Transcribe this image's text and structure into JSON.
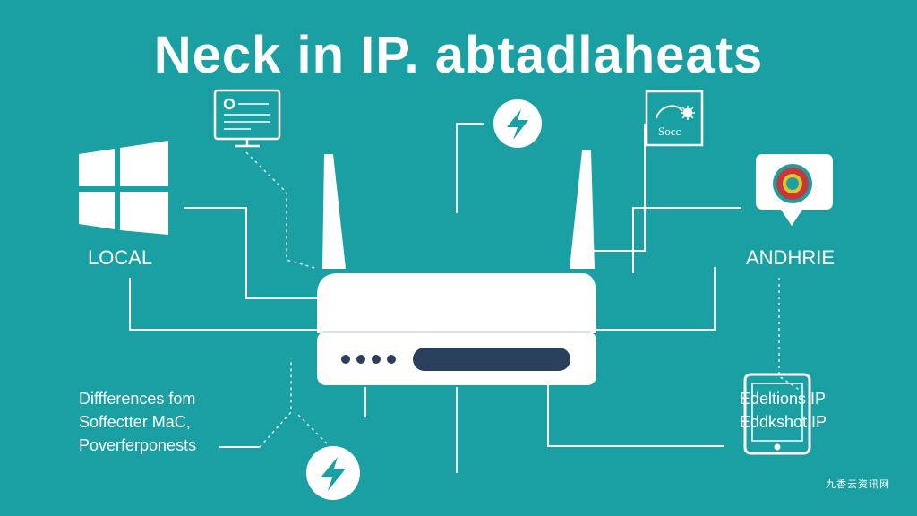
{
  "title": "Neck in IP. abtadlaheats",
  "left_label": "LOCAL",
  "right_label": "ANDHRIE",
  "socket_label": "Socc",
  "left_note_lines": [
    "Diffferences fom",
    "Soffectter MaC,",
    "Poverferponests"
  ],
  "right_note_lines": [
    "Edeltions IP",
    "Eddkshot IP"
  ],
  "watermark": "九香云资讯网",
  "colors": {
    "background": "#1a9fa3",
    "foreground": "#ffffff",
    "router_slot": "#2a3f5c",
    "pin_red": "#c43a3a",
    "pin_yellow": "#e8c22a"
  },
  "icons": {
    "windows": "windows-logo-icon",
    "monitor": "monitor-icon",
    "bolt_top": "lightning-bolt-icon",
    "bolt_bottom": "lightning-bolt-icon",
    "socket": "socket-icon",
    "map_pin": "map-pin-icon",
    "tablet": "tablet-icon",
    "router": "router-icon"
  }
}
